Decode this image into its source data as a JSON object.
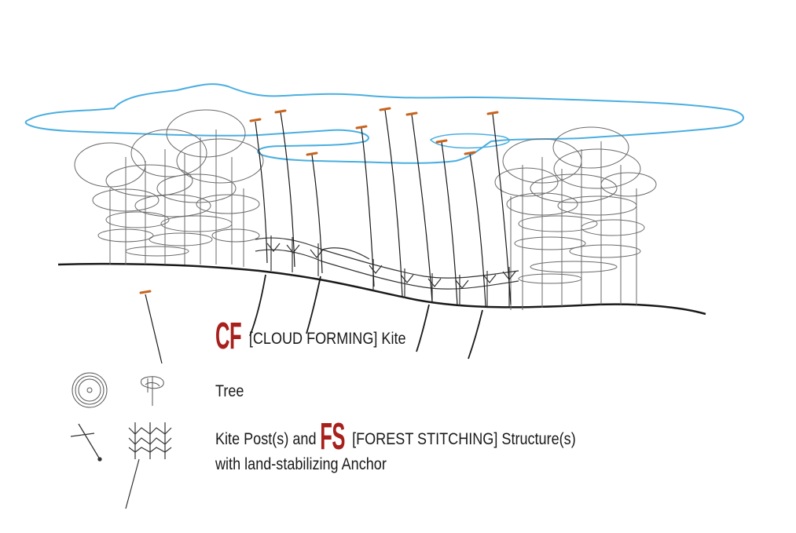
{
  "legend": {
    "cf_abbr": "CF",
    "cf_text": "[CLOUD FORMING] Kite",
    "tree_text": "Tree",
    "fs_prefix": "Kite Post(s) and ",
    "fs_abbr": "FS",
    "fs_text": "[FOREST STITCHING] Structure(s)",
    "fs_line2": "with land-stabilizing Anchor"
  },
  "colors": {
    "abbr": "#a8201c",
    "cloud": "#4aaee0",
    "kite": "#c8641e",
    "ink": "#1a1a1a"
  }
}
